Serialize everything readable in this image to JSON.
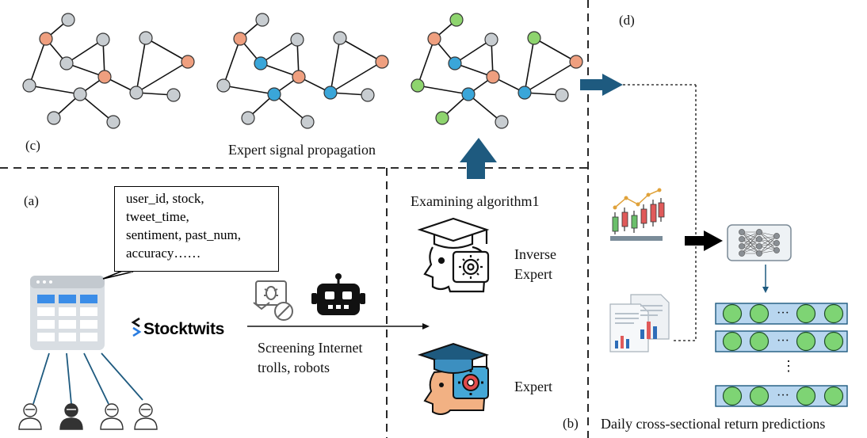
{
  "panels": {
    "a": "(a)",
    "b": "(b)",
    "c": "(c)",
    "d": "(d)"
  },
  "propagation_caption": "Expert signal propagation",
  "callout_lines": [
    "user_id, stock,",
    "tweet_time,",
    "sentiment, past_num,",
    "accuracy……"
  ],
  "brand_name": "Stocktwits",
  "screening_lines": [
    "Screening Internet",
    "trolls, robots"
  ],
  "examining_label": "Examining algorithm1",
  "inverse_expert_lines": [
    "Inverse",
    "Expert"
  ],
  "expert_label": "Expert",
  "predictions_caption": "Daily cross-sectional return predictions",
  "ellipsis_h": "···",
  "ellipsis_v": "⋮",
  "colors": {
    "node_grey": "#c8cdd1",
    "node_orange": "#ef9f7f",
    "node_blue": "#3aa6d9",
    "node_green": "#8ed46e",
    "arrow_blue": "#1e5a7f",
    "pred_node_green": "#7ed474",
    "pred_bar_blue": "#b8d6ef",
    "candle_red": "#e05a5a",
    "candle_green": "#6bbf6b"
  },
  "icons": [
    "network-graph-icon",
    "table-database-icon",
    "person-icon",
    "bug-block-icon",
    "robot-icon",
    "inverse-expert-head-icon",
    "expert-head-icon",
    "candlestick-chart-icon",
    "report-document-icon",
    "neural-network-icon",
    "arrow-right-icon",
    "arrow-up-icon"
  ]
}
